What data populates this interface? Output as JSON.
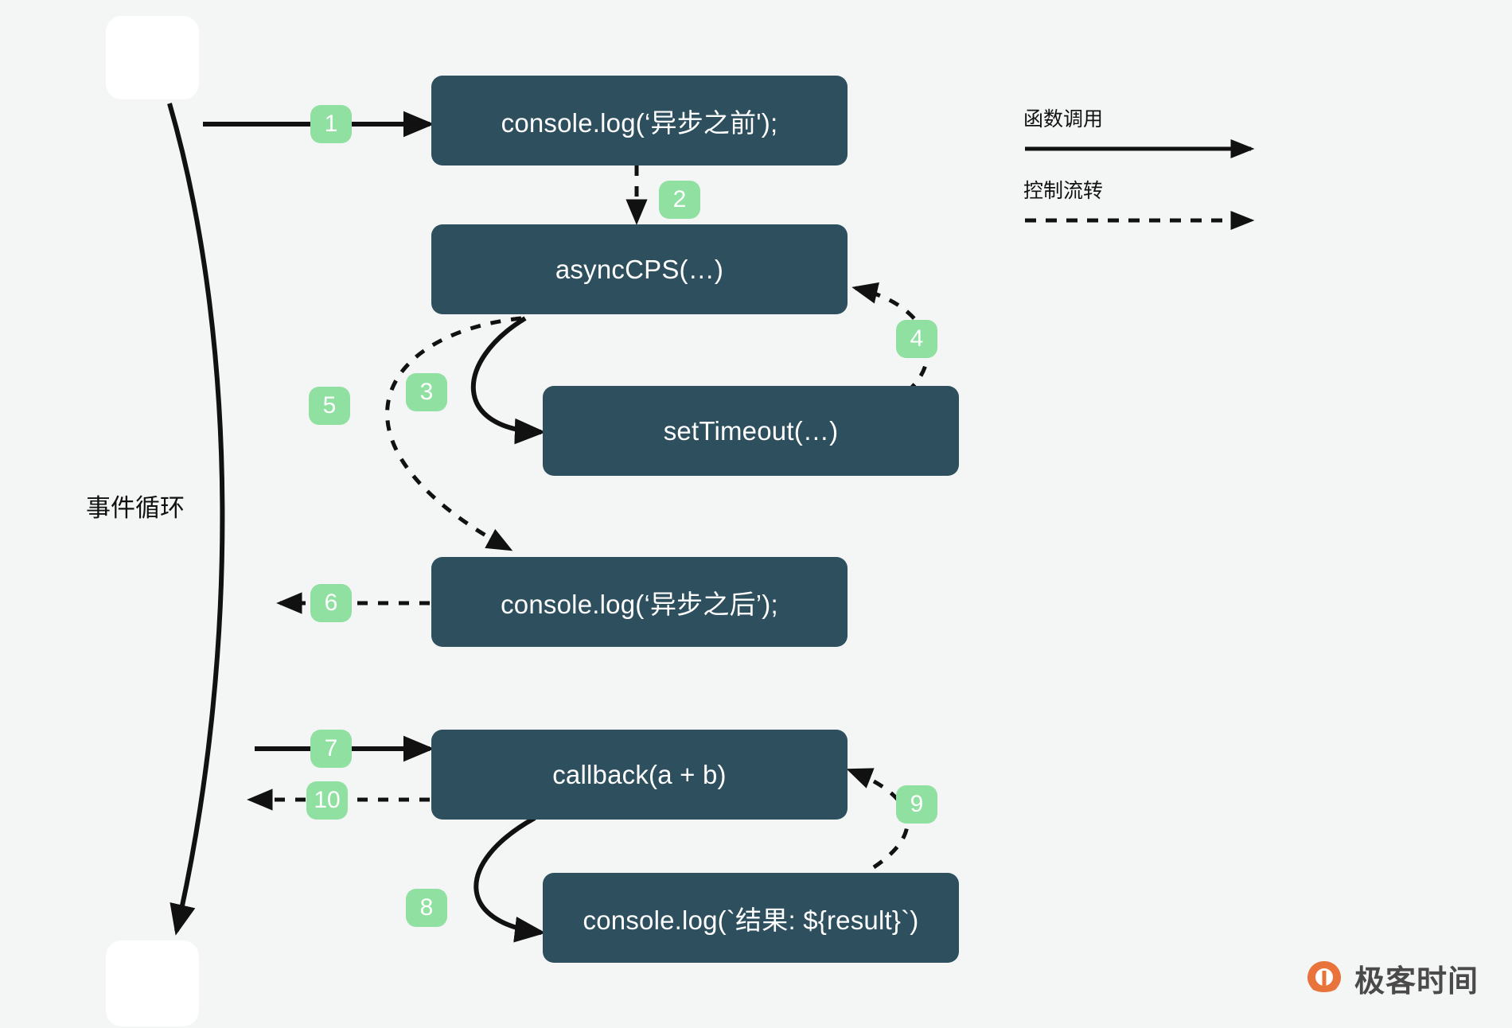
{
  "diagram": {
    "title_label": "事件循环",
    "nodes": [
      {
        "id": "loop-start",
        "label": ""
      },
      {
        "id": "loop-end",
        "label": ""
      },
      {
        "id": "log-before",
        "label": "console.log(‘异步之前');"
      },
      {
        "id": "async-cps",
        "label": "asyncCPS(…)"
      },
      {
        "id": "set-timeout",
        "label": "setTimeout(…)"
      },
      {
        "id": "log-after",
        "label": "console.log(‘异步之后’);"
      },
      {
        "id": "callback",
        "label": "callback(a + b)"
      },
      {
        "id": "log-result",
        "label": "console.log(`结果: ${result}`)"
      }
    ],
    "steps": [
      {
        "n": "1",
        "kind": "call"
      },
      {
        "n": "2",
        "kind": "flow"
      },
      {
        "n": "3",
        "kind": "call"
      },
      {
        "n": "4",
        "kind": "flow"
      },
      {
        "n": "5",
        "kind": "flow"
      },
      {
        "n": "6",
        "kind": "flow"
      },
      {
        "n": "7",
        "kind": "call"
      },
      {
        "n": "8",
        "kind": "call"
      },
      {
        "n": "9",
        "kind": "flow"
      },
      {
        "n": "10",
        "kind": "flow"
      }
    ]
  },
  "legend": {
    "items": [
      {
        "label": "函数调用",
        "style": "solid"
      },
      {
        "label": "控制流转",
        "style": "dashed"
      }
    ]
  },
  "brand": {
    "name": "极客时间"
  },
  "colors": {
    "background": "#f4f5f5",
    "node": "#2d4f5e",
    "badge": "#8fe0a1",
    "stroke": "#111111",
    "brand_orange": "#e8743b"
  }
}
